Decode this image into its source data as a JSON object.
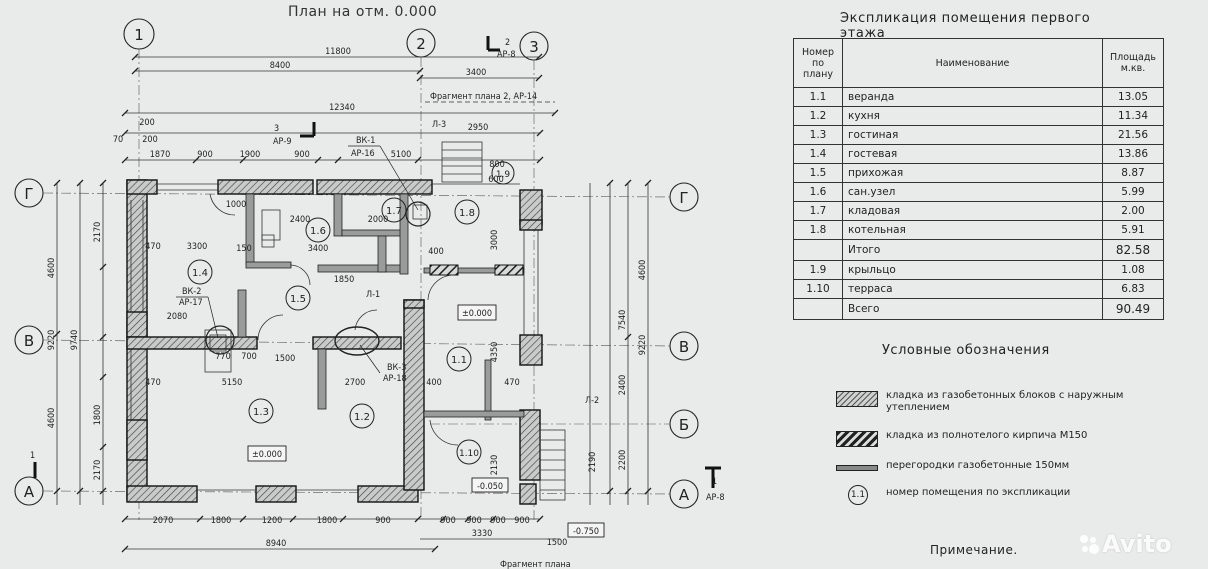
{
  "plan": {
    "title": "План на отм. 0.000",
    "axes": [
      "1",
      "2",
      "3",
      "Г",
      "В",
      "Б",
      "А"
    ],
    "section_marks": [
      "2",
      "АР-8",
      "3",
      "АР-9",
      "1",
      "АР-8"
    ],
    "fragment_top": "Фрагмент плана 2, АР-14",
    "fragment_bottom": "Фрагмент плана",
    "vk": [
      {
        "code": "ВК-1",
        "sheet": "АР-16"
      },
      {
        "code": "ВК-2",
        "sheet": "АР-17"
      },
      {
        "code": "ВК-3",
        "sheet": "АР-18"
      }
    ],
    "stairs": [
      "Л-3",
      "Л-1",
      "Л-2"
    ],
    "levels": [
      "±0.000",
      "±0.000",
      "-0.050",
      "-0.750"
    ],
    "rooms": [
      "1.1",
      "1.2",
      "1.3",
      "1.4",
      "1.5",
      "1.6",
      "1.7",
      "1.8",
      "1.9",
      "1.10"
    ],
    "dims_top": [
      "11800",
      "8400",
      "3400",
      "12340",
      "2950",
      "5100",
      "200",
      "1870",
      "900",
      "1900",
      "900",
      "70",
      "200",
      "800",
      "600"
    ],
    "dims_bottom": [
      "2070",
      "1800",
      "1200",
      "1800",
      "900",
      "900",
      "900",
      "900",
      "900",
      "8940",
      "3330",
      "1500"
    ],
    "dims_left": [
      "4600",
      "9220",
      "9740",
      "4600",
      "2170",
      "1800",
      "2170"
    ],
    "dims_right": [
      "4600",
      "9220",
      "7540",
      "2400",
      "2200"
    ],
    "dims_inner": [
      "3300",
      "3400",
      "2400",
      "2000",
      "1850",
      "5150",
      "2700",
      "1500",
      "2080",
      "1000",
      "150",
      "400",
      "470",
      "770",
      "700",
      "3000",
      "4350",
      "2130",
      "2190"
    ]
  },
  "explication": {
    "title": "Экспликация помещения первого этажа",
    "headers": [
      "Номер по плану",
      "Наименование",
      "Площадь м.кв."
    ],
    "rows": [
      {
        "num": "1.1",
        "name": "веранда",
        "area": "13.05"
      },
      {
        "num": "1.2",
        "name": "кухня",
        "area": "11.34"
      },
      {
        "num": "1.3",
        "name": "гостиная",
        "area": "21.56"
      },
      {
        "num": "1.4",
        "name": "гостевая",
        "area": "13.86"
      },
      {
        "num": "1.5",
        "name": "прихожая",
        "area": "8.87"
      },
      {
        "num": "1.6",
        "name": "сан.узел",
        "area": "5.99"
      },
      {
        "num": "1.7",
        "name": "кладовая",
        "area": "2.00"
      },
      {
        "num": "1.8",
        "name": "котельная",
        "area": "5.91"
      },
      {
        "num": "",
        "name": "Итого",
        "area": "82.58"
      },
      {
        "num": "1.9",
        "name": "крыльцо",
        "area": "1.08"
      },
      {
        "num": "1.10",
        "name": "терраса",
        "area": "6.83"
      },
      {
        "num": "",
        "name": "Всего",
        "area": "90.49"
      }
    ]
  },
  "legend": {
    "title": "Условные обозначения",
    "items": [
      {
        "icon": "gas-block-swatch",
        "text": "кладка из газобетонных блоков с наружным утеплением"
      },
      {
        "icon": "brick-swatch",
        "text": "кладка из полнотелого кирпича М150"
      },
      {
        "icon": "partition-swatch",
        "text": "перегородки газобетонные 150мм"
      },
      {
        "icon": "room-number-circle",
        "symbol": "1.1",
        "text": "номер помещения по экспликации"
      }
    ]
  },
  "note": "Примечание.",
  "watermark": "Avito"
}
